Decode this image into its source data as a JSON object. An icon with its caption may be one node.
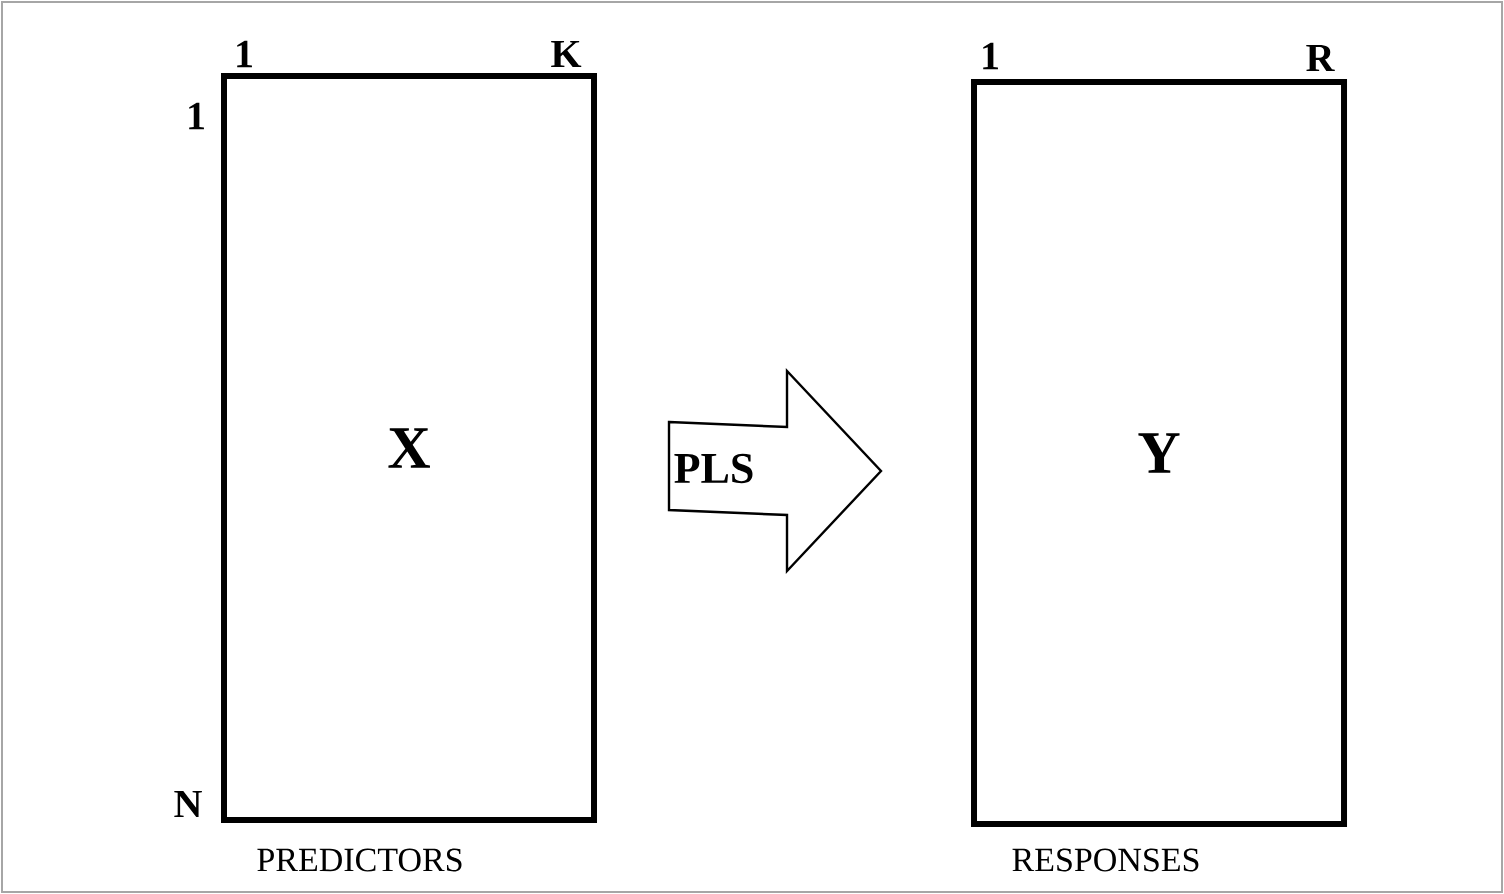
{
  "diagram": {
    "nodes": [
      {
        "text": [
          "X"
        ],
        "beside": [
          "1",
          "K",
          "1",
          "N",
          "PREDICTORS"
        ]
      },
      {
        "text": [
          "Y"
        ],
        "beside": [
          "1",
          "R",
          "RESPONSES"
        ]
      }
    ],
    "edges": [
      {
        "from": 0,
        "to": 1,
        "arrow": "to",
        "label": "PLS"
      }
    ]
  }
}
